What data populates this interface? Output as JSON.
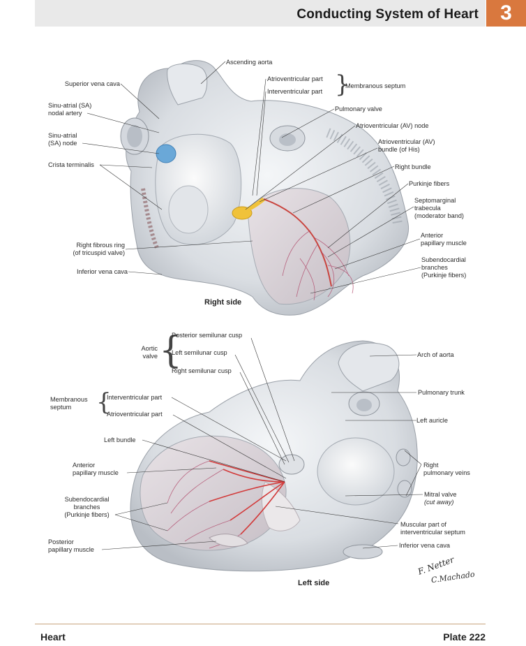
{
  "header": {
    "title": "Conducting System of Heart",
    "number": "3"
  },
  "top_figure": {
    "caption": "Right side",
    "labels": {
      "ascending_aorta": "Ascending aorta",
      "superior_vena_cava": "Superior vena cava",
      "sa_nodal_artery_1": "Sinu-atrial (SA)",
      "sa_nodal_artery_2": "nodal artery",
      "sa_node_1": "Sinu-atrial",
      "sa_node_2": "(SA) node",
      "crista_terminalis": "Crista terminalis",
      "av_part": "Atrioventricular part",
      "iv_part": "Interventricular part",
      "membranous_septum": "Membranous septum",
      "pulmonary_valve": "Pulmonary valve",
      "av_node": "Atrioventricular (AV) node",
      "av_bundle_1": "Atrioventricular (AV)",
      "av_bundle_2": "bundle (of His)",
      "right_bundle": "Right bundle",
      "purkinje_fibers": "Purkinje fibers",
      "septomarginal_1": "Septomarginal",
      "septomarginal_2": "trabecula",
      "septomarginal_3": "(moderator band)",
      "anterior_papillary_1": "Anterior",
      "anterior_papillary_2": "papillary muscle",
      "subendocardial_1": "Subendocardial",
      "subendocardial_2": "branches",
      "subendocardial_3": "(Purkinje fibers)",
      "right_fibrous_ring_1": "Right fibrous ring",
      "right_fibrous_ring_2": "(of tricuspid valve)",
      "inferior_vena_cava": "Inferior vena cava"
    }
  },
  "bottom_figure": {
    "caption": "Left side",
    "labels": {
      "aortic_valve_1": "Aortic",
      "aortic_valve_2": "valve",
      "posterior_cusp": "Posterior semilunar cusp",
      "left_cusp": "Left semilunar cusp",
      "right_cusp": "Right semilunar cusp",
      "membranous_septum_1": "Membranous",
      "membranous_septum_2": "septum",
      "iv_part": "Interventricular part",
      "av_part": "Atrioventricular part",
      "left_bundle": "Left bundle",
      "anterior_papillary_1": "Anterior",
      "anterior_papillary_2": "papillary muscle",
      "subendocardial_1": "Subendocardial",
      "subendocardial_2": "branches",
      "subendocardial_3": "(Purkinje fibers)",
      "posterior_papillary_1": "Posterior",
      "posterior_papillary_2": "papillary muscle",
      "arch_of_aorta": "Arch of aorta",
      "pulmonary_trunk": "Pulmonary trunk",
      "left_auricle": "Left auricle",
      "right_pulm_veins_1": "Right",
      "right_pulm_veins_2": "pulmonary veins",
      "mitral_valve_1": "Mitral valve",
      "mitral_valve_2": "(cut away)",
      "muscular_septum_1": "Muscular part of",
      "muscular_septum_2": "interventricular septum",
      "inferior_vena_cava": "Inferior vena cava"
    }
  },
  "signature": {
    "line1": "F. Netter",
    "line2": "C.Machado"
  },
  "footer": {
    "left": "Heart",
    "right": "Plate 222"
  }
}
